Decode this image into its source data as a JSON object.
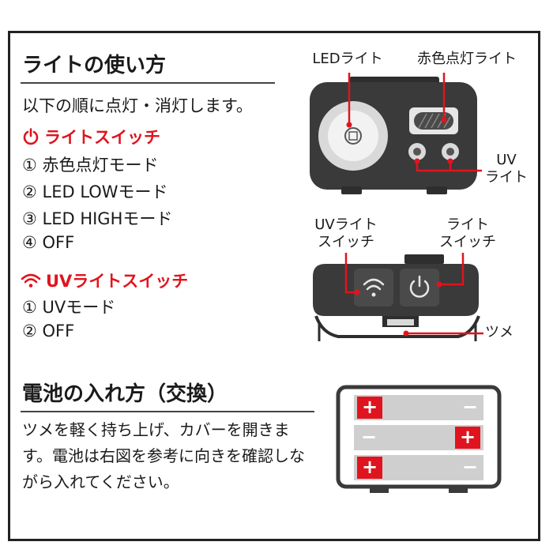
{
  "usage": {
    "title": "ライトの使い方",
    "intro": "以下の順に点灯・消灯します。",
    "light_switch": {
      "heading": "ライトスイッチ",
      "items": [
        "① 赤色点灯モード",
        "② LED LOWモード",
        "③ LED HIGHモード",
        "④ OFF"
      ]
    },
    "uv_switch": {
      "heading": "UVライトスイッチ",
      "items": [
        "① UVモード",
        "② OFF"
      ]
    }
  },
  "diagram_front": {
    "led_label": "LEDライト",
    "red_label": "赤色点灯ライト",
    "uv_label_line1": "UV",
    "uv_label_line2": "ライト"
  },
  "diagram_top": {
    "uv_switch_line1": "UVライト",
    "uv_switch_line2": "スイッチ",
    "light_switch_line1": "ライト",
    "light_switch_line2": "スイッチ",
    "tab_label": "ツメ"
  },
  "battery": {
    "title": "電池の入れ方（交換）",
    "paragraph": "ツメを軽く持ち上げ、カバーを開きます。電池は右図を参考に向きを確認しながら入れてください。",
    "plus": "+",
    "minus": "−"
  },
  "colors": {
    "accent_red": "#e0141e",
    "device_dark": "#3a3a3a",
    "battery_gray": "#cfcfcf"
  },
  "icons": [
    "power-icon",
    "wifi-icon"
  ]
}
